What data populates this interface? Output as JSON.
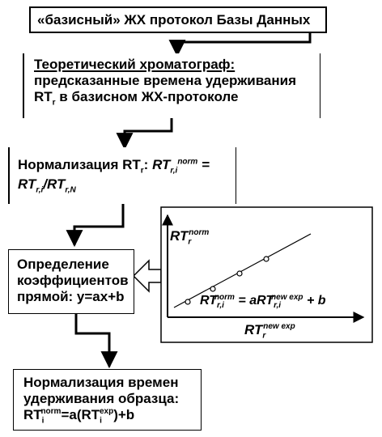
{
  "box1": {
    "text": "«базисный» ЖХ протокол Базы Данных"
  },
  "box2": {
    "line1": "Теоретический хроматограф:",
    "line2": "предсказанные времена удерживания",
    "line3_main": "RT",
    "line3_sub": "r",
    "line3_rest": " в базисном ЖХ-протоколе"
  },
  "box3": {
    "prefix": "Нормализация RT",
    "prefix_sub": "r",
    "colon": ": ",
    "rt": "RT",
    "rt_sub": "r,i",
    "rt_sup": "norm",
    "eq": " =",
    "num": "RT",
    "num_sub": "r,i",
    "slash": "/",
    "den": "RT",
    "den_sub": "r,N"
  },
  "box4": {
    "line1": "Определение",
    "line2": "коэффициентов",
    "line3": "прямой: y=ax+b"
  },
  "box5": {
    "line1": "Нормализация  времен",
    "line2": "удерживания образца:",
    "l3_a": "RT",
    "l3_sub": "i",
    "l3_sup": "norm",
    "l3_b": "=a(RT",
    "l3_sub2": "i",
    "l3_sup2": "exp",
    "l3_c": ")+b"
  },
  "plot": {
    "ylabel_main": "RT",
    "ylabel_sub": "r",
    "ylabel_sup": "norm",
    "xlabel_main": "RT",
    "xlabel_sub": "r",
    "xlabel_sup": "new exp",
    "eq_a": "RT",
    "eq_a_sub": "r,i",
    "eq_a_sup": "norm",
    "eq_b": " = aRT",
    "eq_b_sub": "r,i",
    "eq_b_sup": "new exp",
    "eq_c": " + b"
  }
}
